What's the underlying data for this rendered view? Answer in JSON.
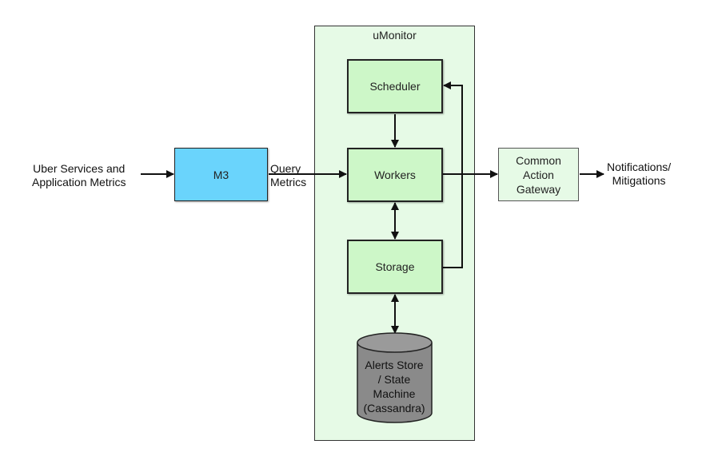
{
  "container": {
    "title": "uMonitor"
  },
  "nodes": {
    "scheduler": "Scheduler",
    "workers": "Workers",
    "storage": "Storage",
    "m3": "M3",
    "gateway": [
      "Common",
      "Action",
      "Gateway"
    ],
    "db": [
      "Alerts Store",
      "/ State",
      "Machine",
      "(Cassandra)"
    ]
  },
  "labels": {
    "input": [
      "Uber Services and",
      "Application Metrics"
    ],
    "query": [
      "Query",
      "Metrics"
    ],
    "output": [
      "Notifications/",
      "Mitigations"
    ]
  },
  "colors": {
    "umonitor_bg": "#e6fae6",
    "component_fill": "#cdf7c8",
    "m3_fill": "#6ad4fc",
    "db_fill": "#8a8a8a"
  }
}
